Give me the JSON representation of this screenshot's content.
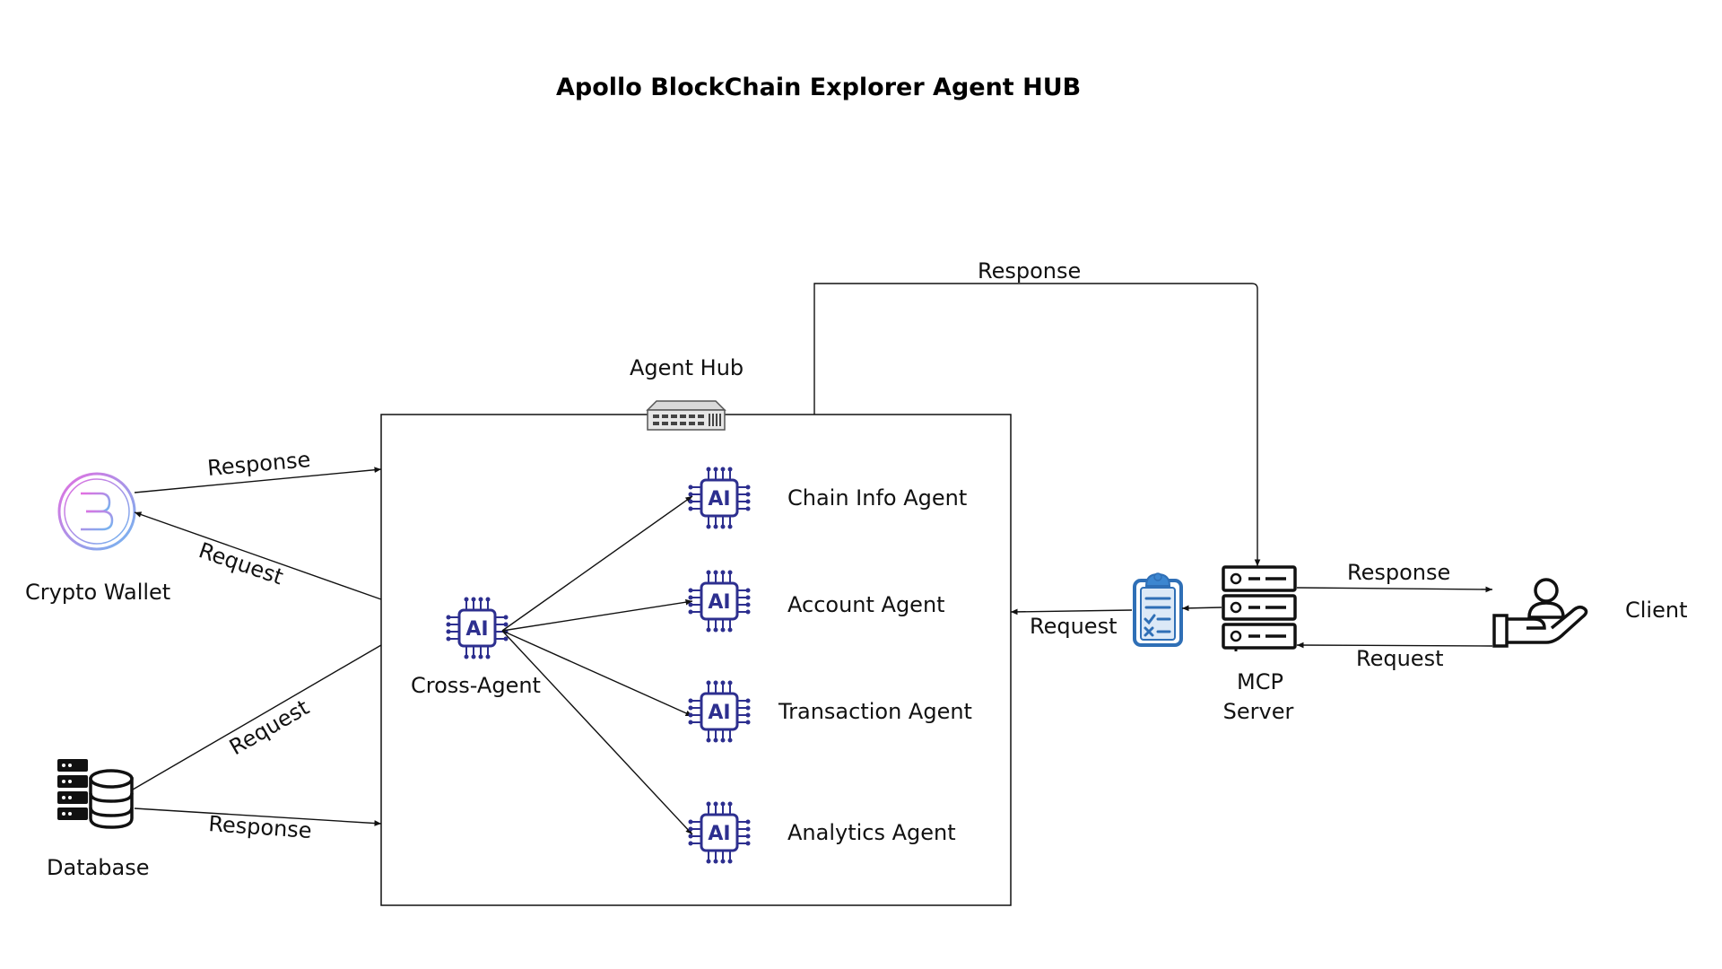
{
  "title": "Apollo BlockChain Explorer Agent HUB",
  "hub": {
    "label": "Agent Hub"
  },
  "cross_agent": {
    "label": "Cross-Agent",
    "chip_text": "AI"
  },
  "agents": [
    {
      "label": "Chain Info Agent",
      "chip_text": "AI"
    },
    {
      "label": "Account Agent",
      "chip_text": "AI"
    },
    {
      "label": "Transaction Agent",
      "chip_text": "AI"
    },
    {
      "label": "Analytics Agent",
      "chip_text": "AI"
    }
  ],
  "nodes": {
    "crypto_wallet": {
      "label": "Crypto Wallet",
      "icon": "bitcoin-icon"
    },
    "database": {
      "label": "Database",
      "icon": "database-icon"
    },
    "mcp_server": {
      "label_line1": "MCP",
      "label_line2": "Server",
      "icon": "server-icon"
    },
    "client": {
      "label": "Client",
      "icon": "client-hand-icon"
    },
    "clipboard": {
      "icon": "clipboard-icon"
    }
  },
  "edges": {
    "wallet_response": "Response",
    "wallet_request": "Request",
    "db_request": "Request",
    "db_response": "Response",
    "server_to_hub_request": "Request",
    "hub_to_server_response": "Response",
    "client_response": "Response",
    "client_request": "Request"
  },
  "colors": {
    "chip": "#2d2f8f",
    "clipboard": "#2f6fb6",
    "bitcoin_gradient_start": "#e56de0",
    "bitcoin_gradient_end": "#6fb8f0"
  }
}
